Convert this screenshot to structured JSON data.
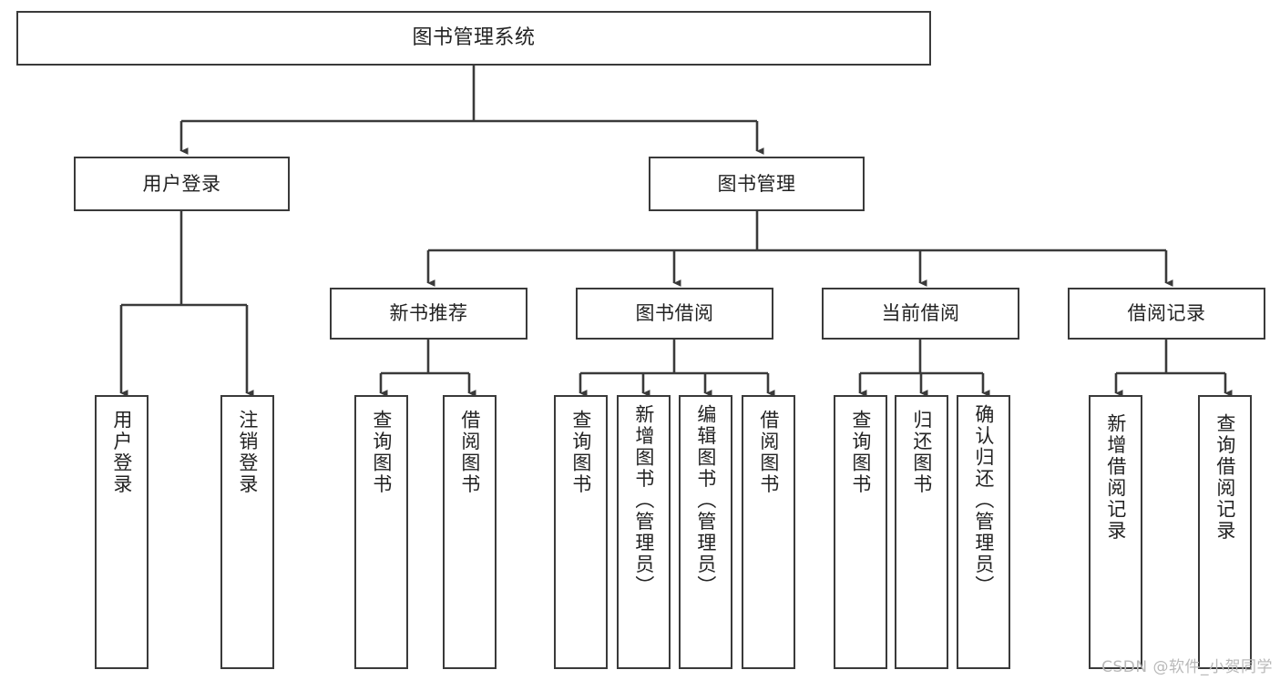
{
  "diagram": {
    "title": "图书管理系统",
    "type": "tree-hierarchy",
    "watermark": "CSDN @软件_小贺同学",
    "colors": {
      "background": "#ffffff",
      "box_border": "#3a3a3a",
      "box_fill": "#ffffff",
      "connector": "#3a3a3a",
      "text": "#222222",
      "watermark": "#b9b9b9"
    },
    "nodes": {
      "root": {
        "label": "图书管理系统",
        "orientation": "horizontal"
      },
      "level2": [
        {
          "id": "user-login",
          "label": "用户登录",
          "orientation": "horizontal"
        },
        {
          "id": "book-manage",
          "label": "图书管理",
          "orientation": "horizontal"
        }
      ],
      "level3": [
        {
          "id": "new-book-rec",
          "label": "新书推荐",
          "orientation": "horizontal"
        },
        {
          "id": "book-borrow",
          "label": "图书借阅",
          "orientation": "horizontal"
        },
        {
          "id": "current-borrow",
          "label": "当前借阅",
          "orientation": "horizontal"
        },
        {
          "id": "borrow-record",
          "label": "借阅记录",
          "orientation": "horizontal"
        }
      ],
      "leaves": [
        {
          "id": "leaf-user-login",
          "label": "用户登录",
          "parent": "user-login",
          "orientation": "vertical"
        },
        {
          "id": "leaf-user-logout",
          "label": "注销登录",
          "parent": "user-login",
          "orientation": "vertical"
        },
        {
          "id": "leaf-query-book-1",
          "label": "查询图书",
          "parent": "new-book-rec",
          "orientation": "vertical"
        },
        {
          "id": "leaf-borrow-book-1",
          "label": "借阅图书",
          "parent": "new-book-rec",
          "orientation": "vertical"
        },
        {
          "id": "leaf-query-book-2",
          "label": "查询图书",
          "parent": "book-borrow",
          "orientation": "vertical"
        },
        {
          "id": "leaf-add-book",
          "label": "新增图书（管理员）",
          "parent": "book-borrow",
          "orientation": "vertical"
        },
        {
          "id": "leaf-edit-book",
          "label": "编辑图书（管理员）",
          "parent": "book-borrow",
          "orientation": "vertical"
        },
        {
          "id": "leaf-borrow-book-2",
          "label": "借阅图书",
          "parent": "book-borrow",
          "orientation": "vertical"
        },
        {
          "id": "leaf-query-book-3",
          "label": "查询图书",
          "parent": "current-borrow",
          "orientation": "vertical"
        },
        {
          "id": "leaf-return-book",
          "label": "归还图书",
          "parent": "current-borrow",
          "orientation": "vertical"
        },
        {
          "id": "leaf-confirm-return",
          "label": "确认归还（管理员）",
          "parent": "current-borrow",
          "orientation": "vertical"
        },
        {
          "id": "leaf-add-record",
          "label": "新增借阅记录",
          "parent": "borrow-record",
          "orientation": "vertical"
        },
        {
          "id": "leaf-query-record",
          "label": "查询借阅记录",
          "parent": "borrow-record",
          "orientation": "vertical"
        }
      ]
    }
  }
}
